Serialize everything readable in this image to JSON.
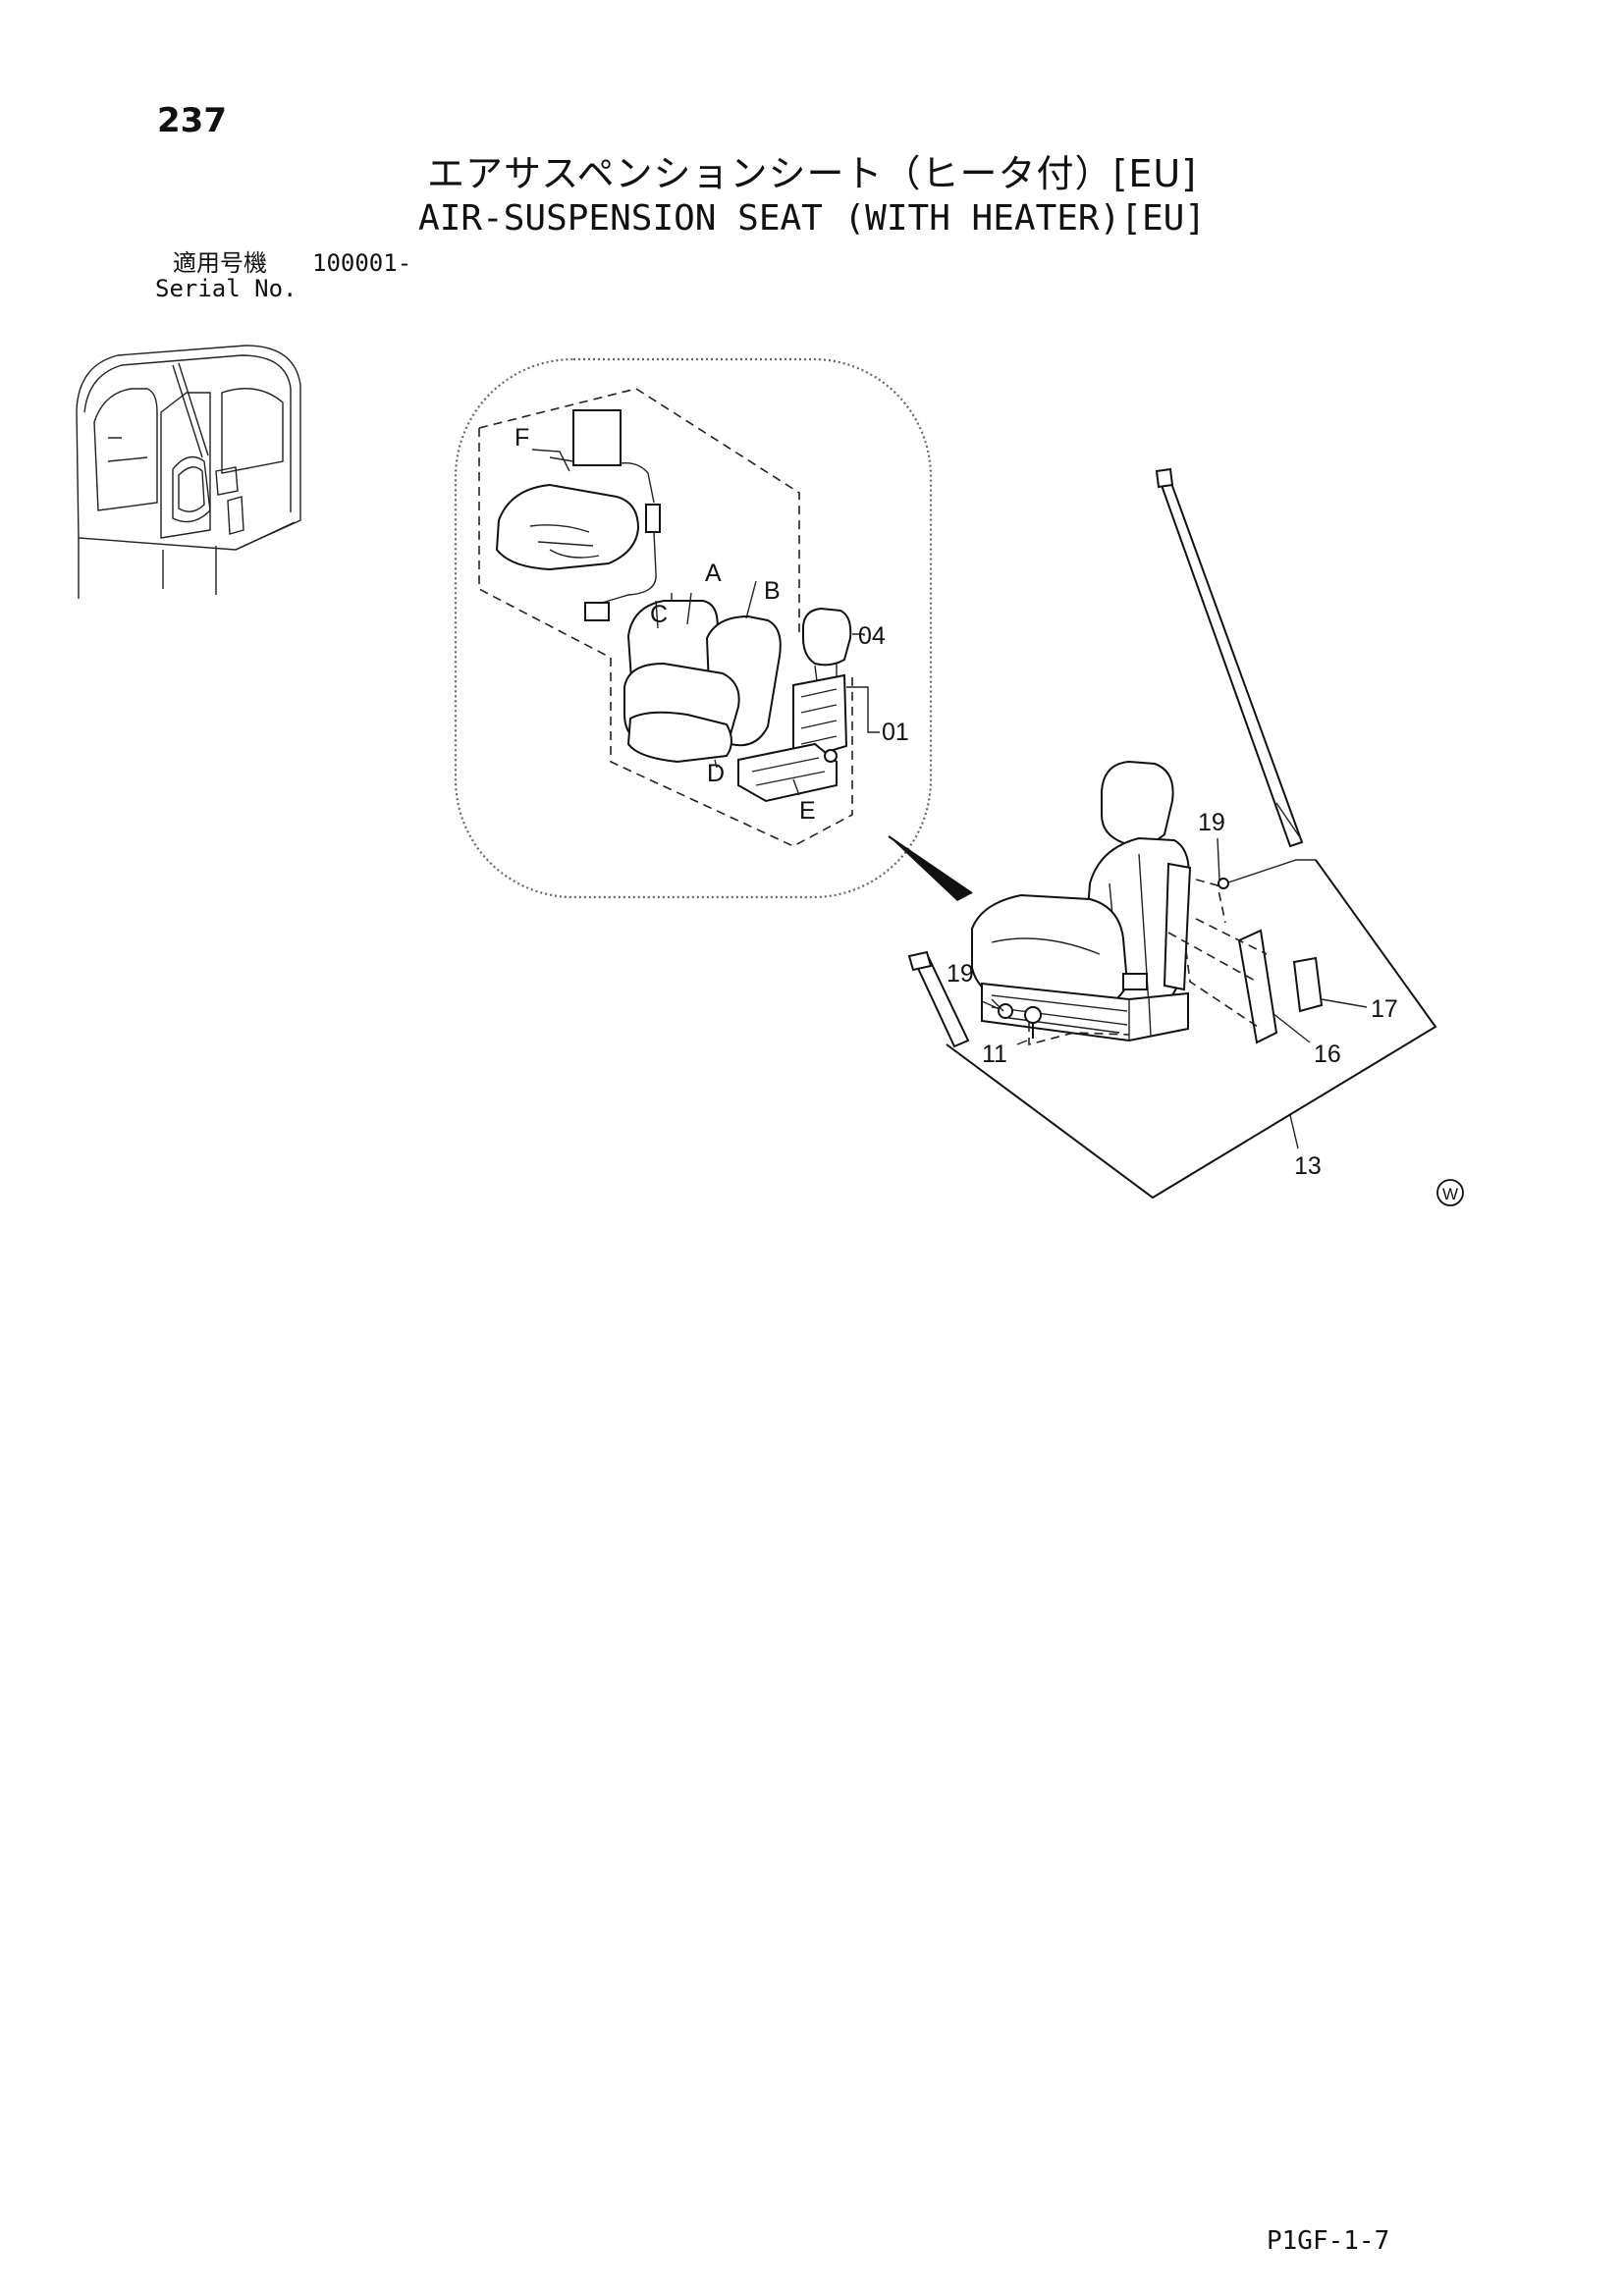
{
  "page_number": "237",
  "title_jp": "エアサスペンションシート（ヒータ付）[EU]",
  "title_en": "AIR-SUSPENSION SEAT (WITH HEATER)[EU]",
  "serial": {
    "label_jp": "適用号機",
    "value": "100001-",
    "label_en": "Serial No."
  },
  "callouts": {
    "sub": [
      "F",
      "A",
      "B",
      "C",
      "04",
      "01",
      "D",
      "E"
    ],
    "main": [
      "19",
      "19",
      "17",
      "11",
      "16",
      "13"
    ]
  },
  "marker_symbol": "W",
  "footer_code": "P1GF-1-7"
}
